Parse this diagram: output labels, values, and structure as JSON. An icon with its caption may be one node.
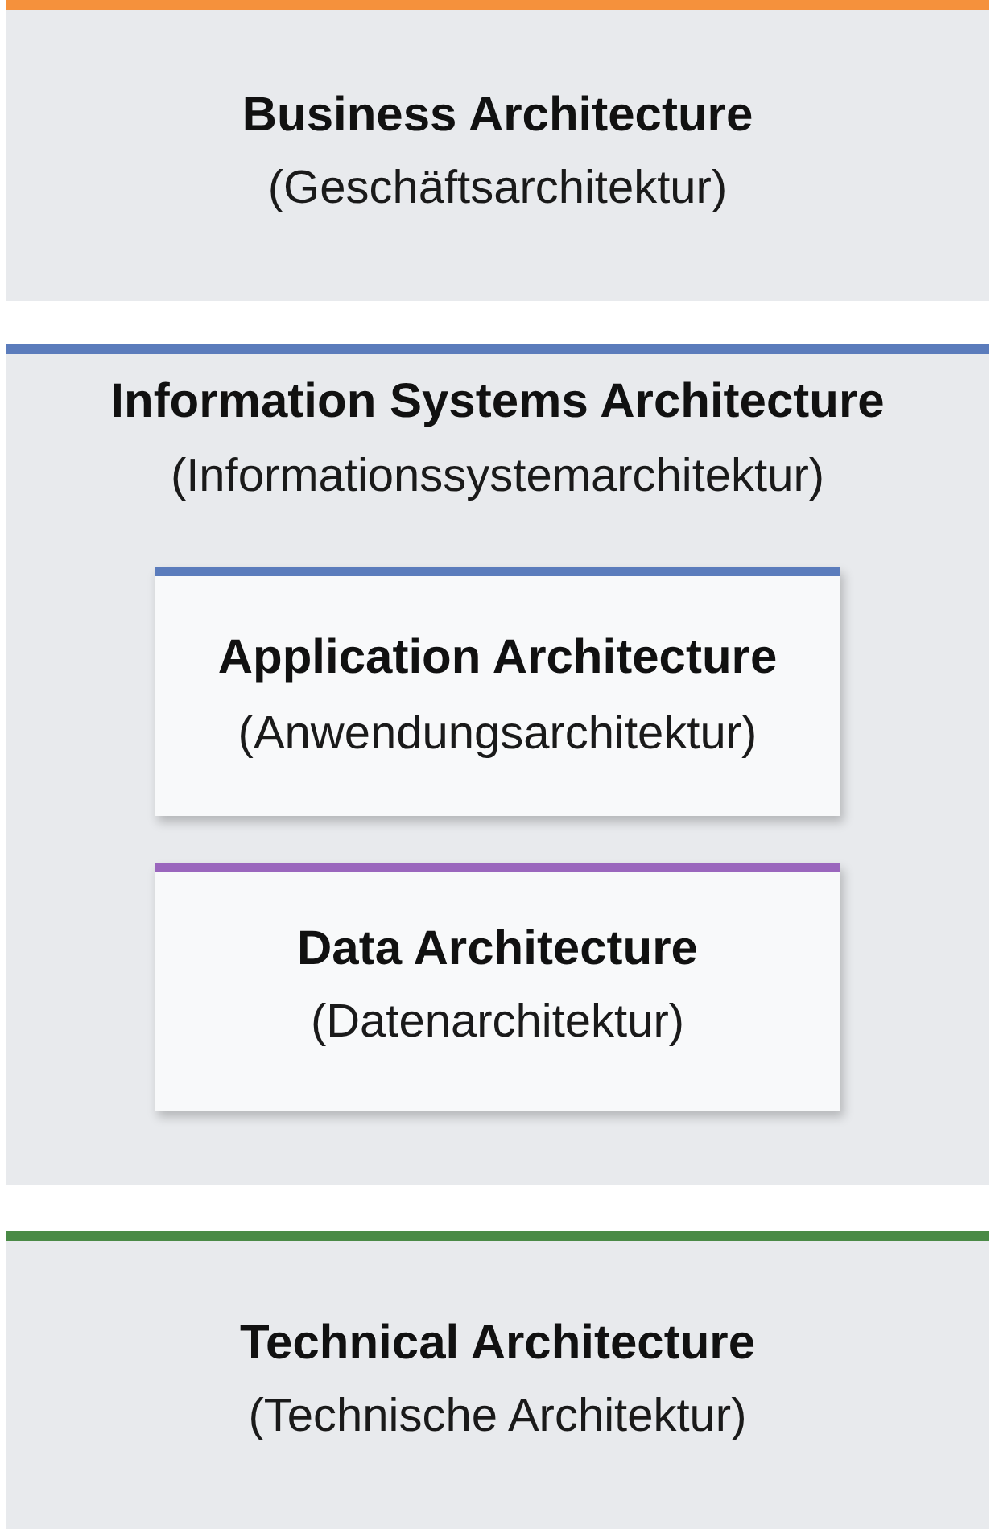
{
  "diagram": {
    "nodes": [
      {
        "text": [
          "Business Architecture",
          "(Geschäftsarchitektur)"
        ]
      },
      {
        "text": [
          "Information Systems Architecture",
          "(Informationssystemarchitektur)"
        ]
      },
      {
        "text": [
          "Application Architecture",
          "(Anwendungsarchitektur)"
        ],
        "in": 1
      },
      {
        "text": [
          "Data Architecture",
          "(Datenarchitektur)"
        ],
        "in": 1
      },
      {
        "text": [
          "Technical Architecture",
          "(Technische Architektur)"
        ]
      }
    ]
  }
}
